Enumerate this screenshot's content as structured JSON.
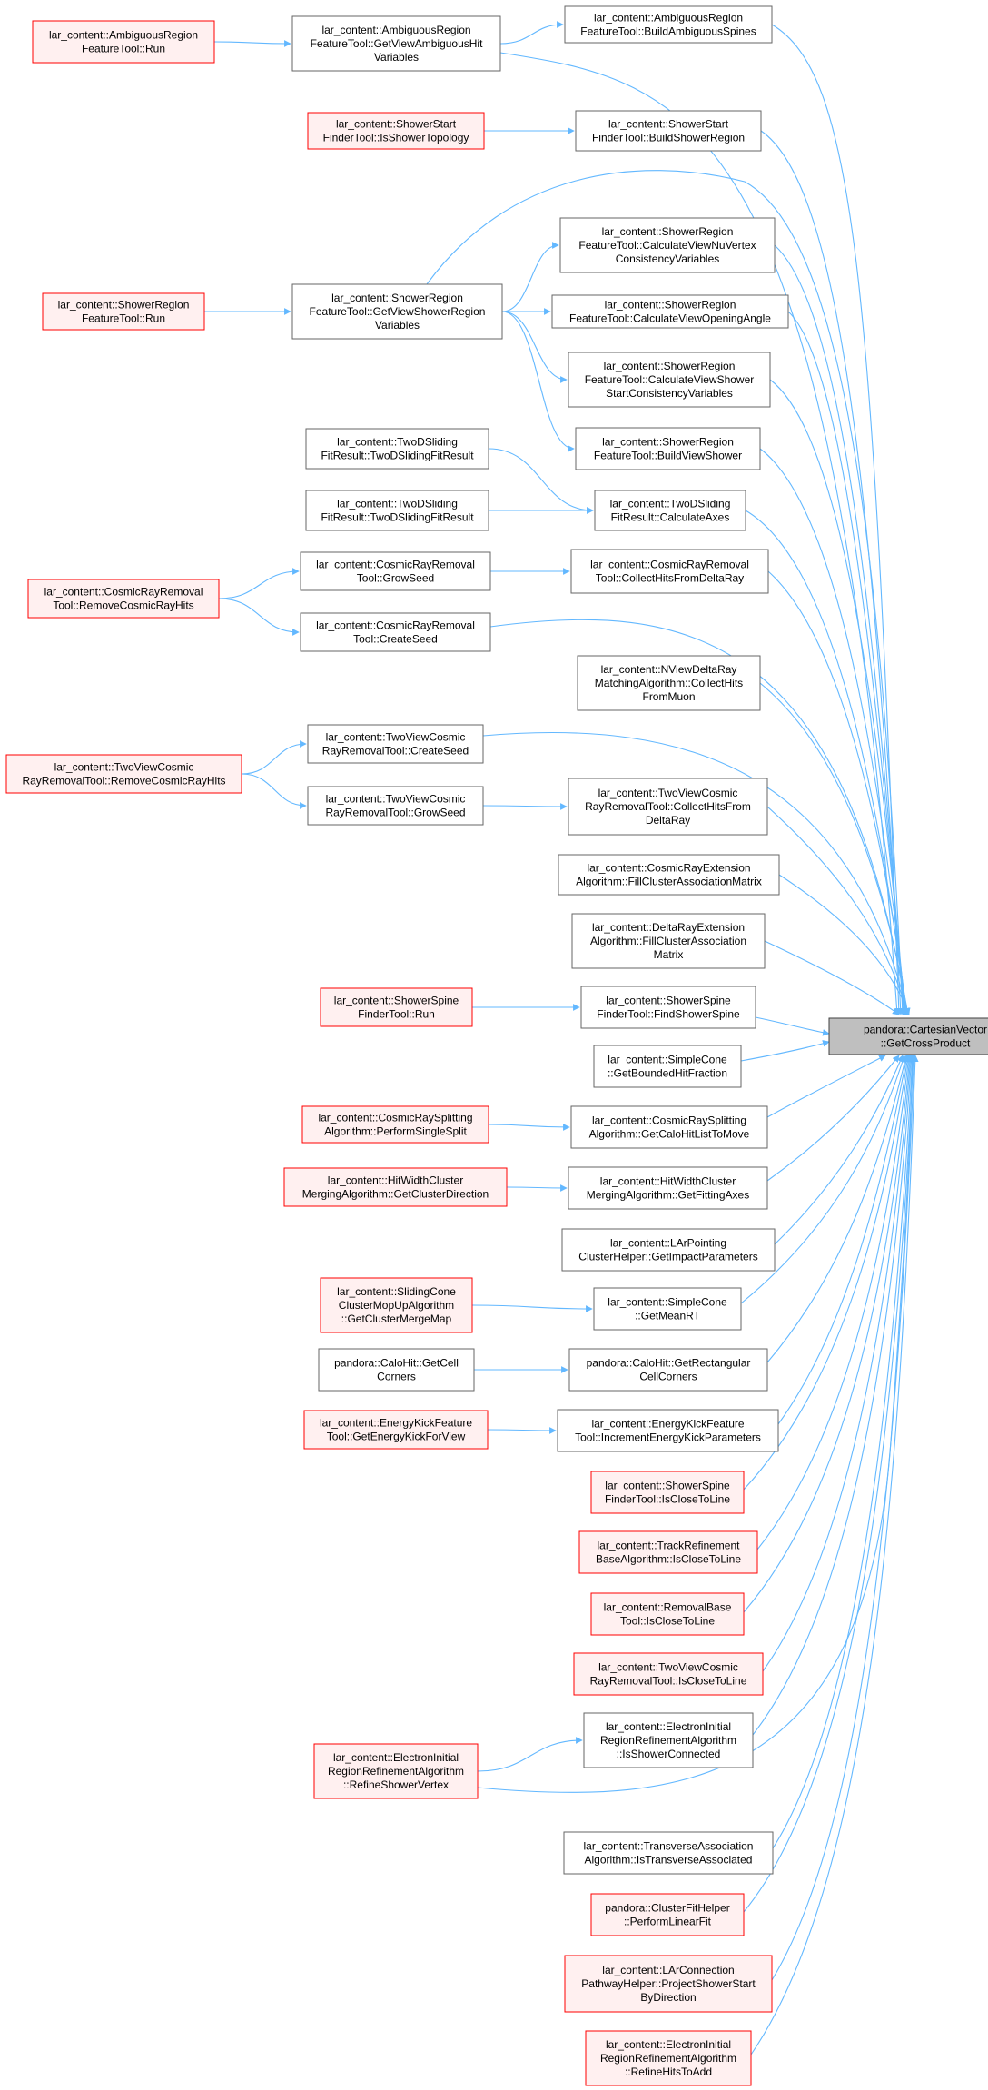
{
  "colors": {
    "edge": "#63b8ff",
    "border_default": "#666666",
    "border_truncated": "#ff0000",
    "fill_default": "#ffffff",
    "fill_truncated": "#fff0f0",
    "fill_target": "#bfbfbf",
    "border_target": "#404040"
  },
  "target": {
    "id": "target",
    "lines": [
      "pandora::CartesianVector",
      "::GetCrossProduct"
    ]
  },
  "nodes": [
    {
      "id": "amb_build",
      "lines": [
        "lar_content::AmbiguousRegion",
        "FeatureTool::BuildAmbiguousSpines"
      ],
      "truncated": false
    },
    {
      "id": "amb_run",
      "lines": [
        "lar_content::AmbiguousRegion",
        "FeatureTool::Run"
      ],
      "truncated": true
    },
    {
      "id": "amb_getview",
      "lines": [
        "lar_content::AmbiguousRegion",
        "FeatureTool::GetViewAmbiguousHit",
        "Variables"
      ],
      "truncated": false
    },
    {
      "id": "ss_istopo",
      "lines": [
        "lar_content::ShowerStart",
        "FinderTool::IsShowerTopology"
      ],
      "truncated": true
    },
    {
      "id": "ss_build",
      "lines": [
        "lar_content::ShowerStart",
        "FinderTool::BuildShowerRegion"
      ],
      "truncated": false
    },
    {
      "id": "sr_nuvtx",
      "lines": [
        "lar_content::ShowerRegion",
        "FeatureTool::CalculateViewNuVertex",
        "ConsistencyVariables"
      ],
      "truncated": false
    },
    {
      "id": "sr_run",
      "lines": [
        "lar_content::ShowerRegion",
        "FeatureTool::Run"
      ],
      "truncated": true
    },
    {
      "id": "sr_getview",
      "lines": [
        "lar_content::ShowerRegion",
        "FeatureTool::GetViewShowerRegion",
        "Variables"
      ],
      "truncated": false
    },
    {
      "id": "sr_angle",
      "lines": [
        "lar_content::ShowerRegion",
        "FeatureTool::CalculateViewOpeningAngle"
      ],
      "truncated": false
    },
    {
      "id": "sr_start",
      "lines": [
        "lar_content::ShowerRegion",
        "FeatureTool::CalculateViewShower",
        "StartConsistencyVariables"
      ],
      "truncated": false
    },
    {
      "id": "sr_build",
      "lines": [
        "lar_content::ShowerRegion",
        "FeatureTool::BuildViewShower"
      ],
      "truncated": false
    },
    {
      "id": "tds_1",
      "lines": [
        "lar_content::TwoDSliding",
        "FitResult::TwoDSlidingFitResult"
      ],
      "truncated": false
    },
    {
      "id": "tds_2",
      "lines": [
        "lar_content::TwoDSliding",
        "FitResult::TwoDSlidingFitResult"
      ],
      "truncated": false
    },
    {
      "id": "tds_axes",
      "lines": [
        "lar_content::TwoDSliding",
        "FitResult::CalculateAxes"
      ],
      "truncated": false
    },
    {
      "id": "crr_grow",
      "lines": [
        "lar_content::CosmicRayRemoval",
        "Tool::GrowSeed"
      ],
      "truncated": false
    },
    {
      "id": "crr_collect",
      "lines": [
        "lar_content::CosmicRayRemoval",
        "Tool::CollectHitsFromDeltaRay"
      ],
      "truncated": false
    },
    {
      "id": "crr_remove",
      "lines": [
        "lar_content::CosmicRayRemoval",
        "Tool::RemoveCosmicRayHits"
      ],
      "truncated": true
    },
    {
      "id": "crr_create",
      "lines": [
        "lar_content::CosmicRayRemoval",
        "Tool::CreateSeed"
      ],
      "truncated": false
    },
    {
      "id": "ndr_collect",
      "lines": [
        "lar_content::NViewDeltaRay",
        "MatchingAlgorithm::CollectHits",
        "FromMuon"
      ],
      "truncated": false
    },
    {
      "id": "tvc_create",
      "lines": [
        "lar_content::TwoViewCosmic",
        "RayRemovalTool::CreateSeed"
      ],
      "truncated": false
    },
    {
      "id": "tvc_remove",
      "lines": [
        "lar_content::TwoViewCosmic",
        "RayRemovalTool::RemoveCosmicRayHits"
      ],
      "truncated": true
    },
    {
      "id": "tvc_grow",
      "lines": [
        "lar_content::TwoViewCosmic",
        "RayRemovalTool::GrowSeed"
      ],
      "truncated": false
    },
    {
      "id": "tvc_collect",
      "lines": [
        "lar_content::TwoViewCosmic",
        "RayRemovalTool::CollectHitsFrom",
        "DeltaRay"
      ],
      "truncated": false
    },
    {
      "id": "cre_fill",
      "lines": [
        "lar_content::CosmicRayExtension",
        "Algorithm::FillClusterAssociationMatrix"
      ],
      "truncated": false
    },
    {
      "id": "dre_fill",
      "lines": [
        "lar_content::DeltaRayExtension",
        "Algorithm::FillClusterAssociation",
        "Matrix"
      ],
      "truncated": false
    },
    {
      "id": "ssp_run",
      "lines": [
        "lar_content::ShowerSpine",
        "FinderTool::Run"
      ],
      "truncated": true
    },
    {
      "id": "ssp_find",
      "lines": [
        "lar_content::ShowerSpine",
        "FinderTool::FindShowerSpine"
      ],
      "truncated": false
    },
    {
      "id": "sc_bounded",
      "lines": [
        "lar_content::SimpleCone",
        "::GetBoundedHitFraction"
      ],
      "truncated": false
    },
    {
      "id": "crs_perform",
      "lines": [
        "lar_content::CosmicRaySplitting",
        "Algorithm::PerformSingleSplit"
      ],
      "truncated": true
    },
    {
      "id": "crs_calo",
      "lines": [
        "lar_content::CosmicRaySplitting",
        "Algorithm::GetCaloHitListToMove"
      ],
      "truncated": false
    },
    {
      "id": "hwc_dir",
      "lines": [
        "lar_content::HitWidthCluster",
        "MergingAlgorithm::GetClusterDirection"
      ],
      "truncated": true
    },
    {
      "id": "hwc_axes",
      "lines": [
        "lar_content::HitWidthCluster",
        "MergingAlgorithm::GetFittingAxes"
      ],
      "truncated": false
    },
    {
      "id": "lap_impact",
      "lines": [
        "lar_content::LArPointing",
        "ClusterHelper::GetImpactParameters"
      ],
      "truncated": false
    },
    {
      "id": "slc_merge",
      "lines": [
        "lar_content::SlidingCone",
        "ClusterMopUpAlgorithm",
        "::GetClusterMergeMap"
      ],
      "truncated": true
    },
    {
      "id": "sc_meanrt",
      "lines": [
        "lar_content::SimpleCone",
        "::GetMeanRT"
      ],
      "truncated": false
    },
    {
      "id": "ch_cell",
      "lines": [
        "pandora::CaloHit::GetCell",
        "Corners"
      ],
      "truncated": false
    },
    {
      "id": "ch_rect",
      "lines": [
        "pandora::CaloHit::GetRectangular",
        "CellCorners"
      ],
      "truncated": false
    },
    {
      "id": "ek_get",
      "lines": [
        "lar_content::EnergyKickFeature",
        "Tool::GetEnergyKickForView"
      ],
      "truncated": true
    },
    {
      "id": "ek_inc",
      "lines": [
        "lar_content::EnergyKickFeature",
        "Tool::IncrementEnergyKickParameters"
      ],
      "truncated": false
    },
    {
      "id": "ssp_close",
      "lines": [
        "lar_content::ShowerSpine",
        "FinderTool::IsCloseToLine"
      ],
      "truncated": true
    },
    {
      "id": "tr_close",
      "lines": [
        "lar_content::TrackRefinement",
        "BaseAlgorithm::IsCloseToLine"
      ],
      "truncated": true
    },
    {
      "id": "rb_close",
      "lines": [
        "lar_content::RemovalBase",
        "Tool::IsCloseToLine"
      ],
      "truncated": true
    },
    {
      "id": "tvc_close",
      "lines": [
        "lar_content::TwoViewCosmic",
        "RayRemovalTool::IsCloseToLine"
      ],
      "truncated": true
    },
    {
      "id": "ei_connected",
      "lines": [
        "lar_content::ElectronInitial",
        "RegionRefinementAlgorithm",
        "::IsShowerConnected"
      ],
      "truncated": false
    },
    {
      "id": "ei_refine_vtx",
      "lines": [
        "lar_content::ElectronInitial",
        "RegionRefinementAlgorithm",
        "::RefineShowerVertex"
      ],
      "truncated": true
    },
    {
      "id": "ta_assoc",
      "lines": [
        "lar_content::TransverseAssociation",
        "Algorithm::IsTransverseAssociated"
      ],
      "truncated": false
    },
    {
      "id": "cfh_fit",
      "lines": [
        "pandora::ClusterFitHelper",
        "::PerformLinearFit"
      ],
      "truncated": true
    },
    {
      "id": "lac_project",
      "lines": [
        "lar_content::LArConnection",
        "PathwayHelper::ProjectShowerStart",
        "ByDirection"
      ],
      "truncated": true
    },
    {
      "id": "ei_refine_hits",
      "lines": [
        "lar_content::ElectronInitial",
        "RegionRefinementAlgorithm",
        "::RefineHitsToAdd"
      ],
      "truncated": true
    }
  ],
  "edges": [
    {
      "from": "amb_run",
      "to": "amb_getview"
    },
    {
      "from": "amb_getview",
      "to": "amb_build"
    },
    {
      "from": "amb_getview",
      "to": "target"
    },
    {
      "from": "amb_build",
      "to": "target"
    },
    {
      "from": "ss_istopo",
      "to": "ss_build"
    },
    {
      "from": "ss_build",
      "to": "target"
    },
    {
      "from": "sr_run",
      "to": "sr_getview"
    },
    {
      "from": "sr_getview",
      "to": "sr_nuvtx"
    },
    {
      "from": "sr_getview",
      "to": "sr_angle"
    },
    {
      "from": "sr_getview",
      "to": "sr_start"
    },
    {
      "from": "sr_getview",
      "to": "sr_build"
    },
    {
      "from": "sr_getview",
      "to": "target"
    },
    {
      "from": "sr_nuvtx",
      "to": "target"
    },
    {
      "from": "sr_angle",
      "to": "target"
    },
    {
      "from": "sr_start",
      "to": "target"
    },
    {
      "from": "sr_build",
      "to": "target"
    },
    {
      "from": "tds_1",
      "to": "tds_axes"
    },
    {
      "from": "tds_2",
      "to": "tds_axes"
    },
    {
      "from": "tds_axes",
      "to": "target"
    },
    {
      "from": "crr_remove",
      "to": "crr_grow"
    },
    {
      "from": "crr_remove",
      "to": "crr_create"
    },
    {
      "from": "crr_grow",
      "to": "crr_collect"
    },
    {
      "from": "crr_collect",
      "to": "target"
    },
    {
      "from": "crr_create",
      "to": "target"
    },
    {
      "from": "ndr_collect",
      "to": "target"
    },
    {
      "from": "tvc_remove",
      "to": "tvc_create"
    },
    {
      "from": "tvc_remove",
      "to": "tvc_grow"
    },
    {
      "from": "tvc_grow",
      "to": "tvc_collect"
    },
    {
      "from": "tvc_create",
      "to": "target"
    },
    {
      "from": "tvc_collect",
      "to": "target"
    },
    {
      "from": "cre_fill",
      "to": "target"
    },
    {
      "from": "dre_fill",
      "to": "target"
    },
    {
      "from": "ssp_run",
      "to": "ssp_find"
    },
    {
      "from": "ssp_find",
      "to": "target"
    },
    {
      "from": "sc_bounded",
      "to": "target"
    },
    {
      "from": "crs_perform",
      "to": "crs_calo"
    },
    {
      "from": "crs_calo",
      "to": "target"
    },
    {
      "from": "hwc_dir",
      "to": "hwc_axes"
    },
    {
      "from": "hwc_axes",
      "to": "target"
    },
    {
      "from": "lap_impact",
      "to": "target"
    },
    {
      "from": "slc_merge",
      "to": "sc_meanrt"
    },
    {
      "from": "sc_meanrt",
      "to": "target"
    },
    {
      "from": "ch_cell",
      "to": "ch_rect"
    },
    {
      "from": "ch_rect",
      "to": "target"
    },
    {
      "from": "ek_get",
      "to": "ek_inc"
    },
    {
      "from": "ek_inc",
      "to": "target"
    },
    {
      "from": "ssp_close",
      "to": "target"
    },
    {
      "from": "tr_close",
      "to": "target"
    },
    {
      "from": "rb_close",
      "to": "target"
    },
    {
      "from": "tvc_close",
      "to": "target"
    },
    {
      "from": "ei_refine_vtx",
      "to": "ei_connected"
    },
    {
      "from": "ei_refine_vtx",
      "to": "target"
    },
    {
      "from": "ei_connected",
      "to": "target"
    },
    {
      "from": "ta_assoc",
      "to": "target"
    },
    {
      "from": "cfh_fit",
      "to": "target"
    },
    {
      "from": "lac_project",
      "to": "target"
    },
    {
      "from": "ei_refine_hits",
      "to": "target"
    }
  ]
}
